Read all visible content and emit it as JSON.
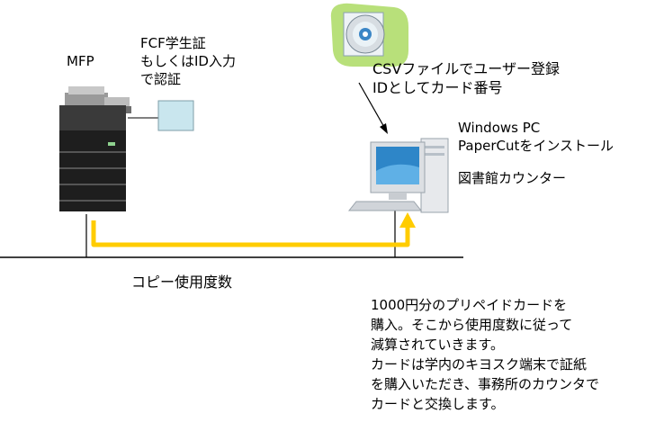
{
  "labels": {
    "mfp": "MFP",
    "fcf_lines": [
      "FCF学生証",
      "もしくはID入力",
      "で認証"
    ],
    "csv_lines": [
      "CSVファイルでユーザー登録",
      "IDとしてカード番号"
    ],
    "pc_line1": "Windows PC",
    "pc_line2": "PaperCutをインストール",
    "pc_counter": "図書館カウンター",
    "copy_count": "コピー使用度数",
    "note_lines": [
      "1000円分のプリペイドカードを",
      "購入。そこから使用度数に従って",
      "減算されていきます。",
      "カードは学内のキヨスク端末で証紙",
      "を購入いただき、事務所のカウンタで",
      "カードと交換します。"
    ]
  },
  "icons": {
    "printer": "mfp-printer-icon",
    "card_reader": "card-reader-icon",
    "cd": "cd-disc-icon",
    "pc": "desktop-pc-icon"
  },
  "colors": {
    "arrow": "#FFCC00",
    "card_reader": "#C9E6EE",
    "cd_background": "#B8E07A",
    "monitor_screen": "#2E86C8",
    "network_line": "#000000"
  }
}
